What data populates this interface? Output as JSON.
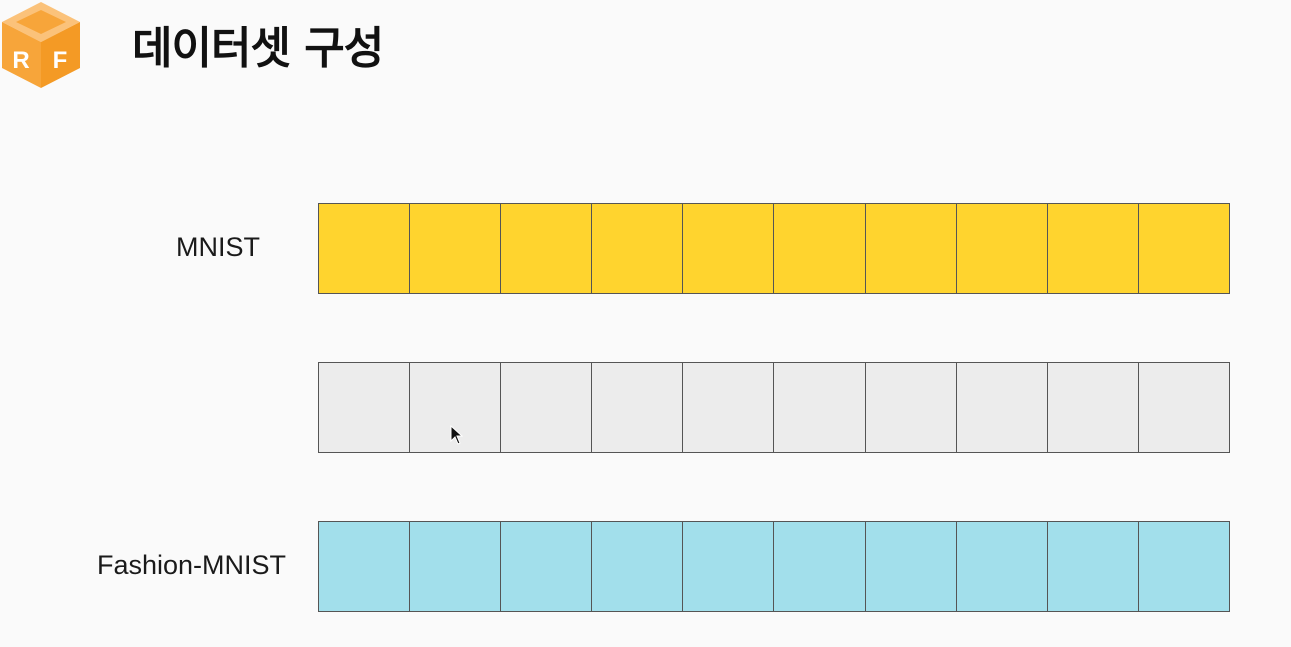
{
  "slide": {
    "title": "데이터셋 구성",
    "logo_icon": "af-cube-logo-icon",
    "logo_letters": [
      "R",
      "F"
    ],
    "logo_color": "#f7a53a"
  },
  "rows": [
    {
      "label": "MNIST",
      "cells": 10,
      "color": "#ffd42e"
    },
    {
      "label": "",
      "cells": 10,
      "color": "#ececec"
    },
    {
      "label": "Fashion-MNIST",
      "cells": 10,
      "color": "#a2dfeb"
    }
  ],
  "cursor_icon": "mouse-pointer-icon"
}
